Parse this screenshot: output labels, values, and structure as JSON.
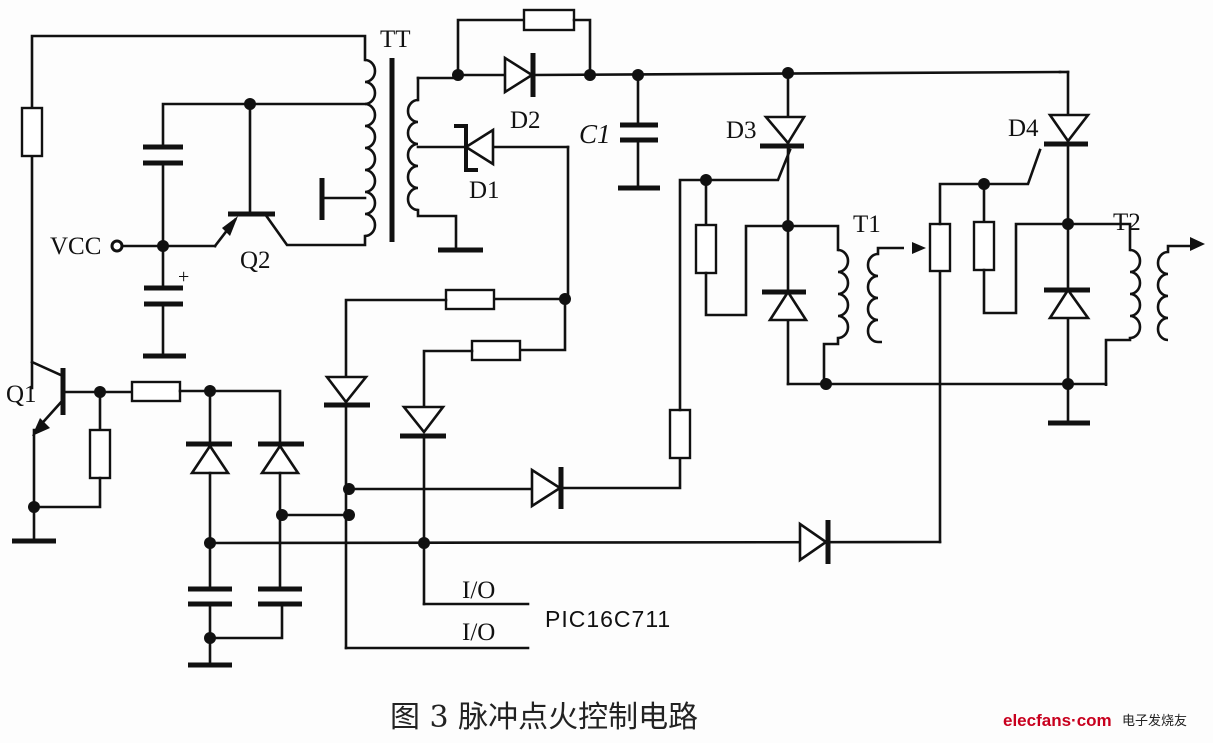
{
  "diagram": {
    "type": "circuit-schematic",
    "labels": {
      "transformer_main": "TT",
      "diode_d1": "D1",
      "diode_d2": "D2",
      "capacitor_c1": "C1",
      "thyristor_d3": "D3",
      "thyristor_d4": "D4",
      "transformer_t1": "T1",
      "transformer_t2": "T2",
      "supply": "VCC",
      "transistor_q1": "Q1",
      "transistor_q2": "Q2",
      "polarity_plus": "+",
      "io_pin_1": "I/O",
      "io_pin_2": "I/O",
      "mcu": "PIC16C711"
    },
    "caption": "图 3  脉冲点火控制电路",
    "watermark": {
      "brand": "elecfans·com",
      "brand_cn": "电子发烧友",
      "brand_color": "#c8001e"
    }
  }
}
